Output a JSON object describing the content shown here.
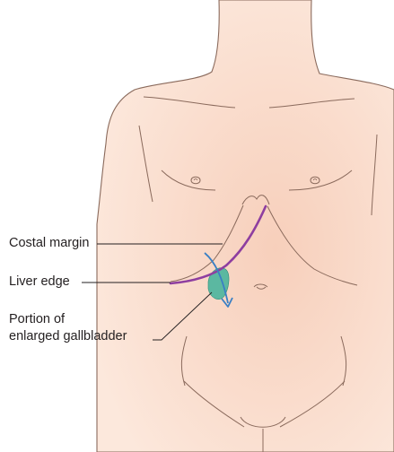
{
  "labels": {
    "costal_margin": "Costal margin",
    "liver_edge": "Liver edge",
    "gallbladder_line1": "Portion of",
    "gallbladder_line2": "enlarged gallbladder"
  },
  "colors": {
    "skin": "#fbe3d4",
    "skin_shade": "#f6cdb8",
    "outline": "#8a6a5c",
    "liver_edge": "#8e3ea0",
    "gallbladder": "#3fb39a",
    "arrow": "#3a7fc4",
    "leader_line": "#231f20"
  }
}
